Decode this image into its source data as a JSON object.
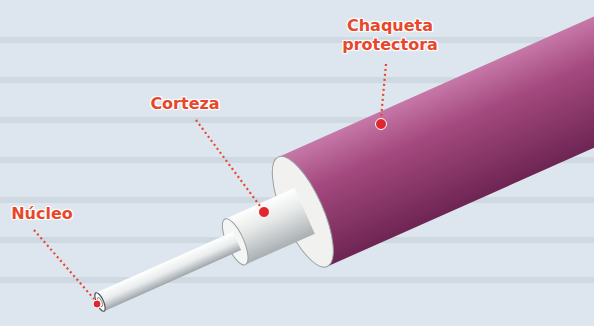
{
  "diagram": {
    "labels": [
      "Chaqueta protectora",
      "Corteza",
      "Núcleo"
    ]
  }
}
